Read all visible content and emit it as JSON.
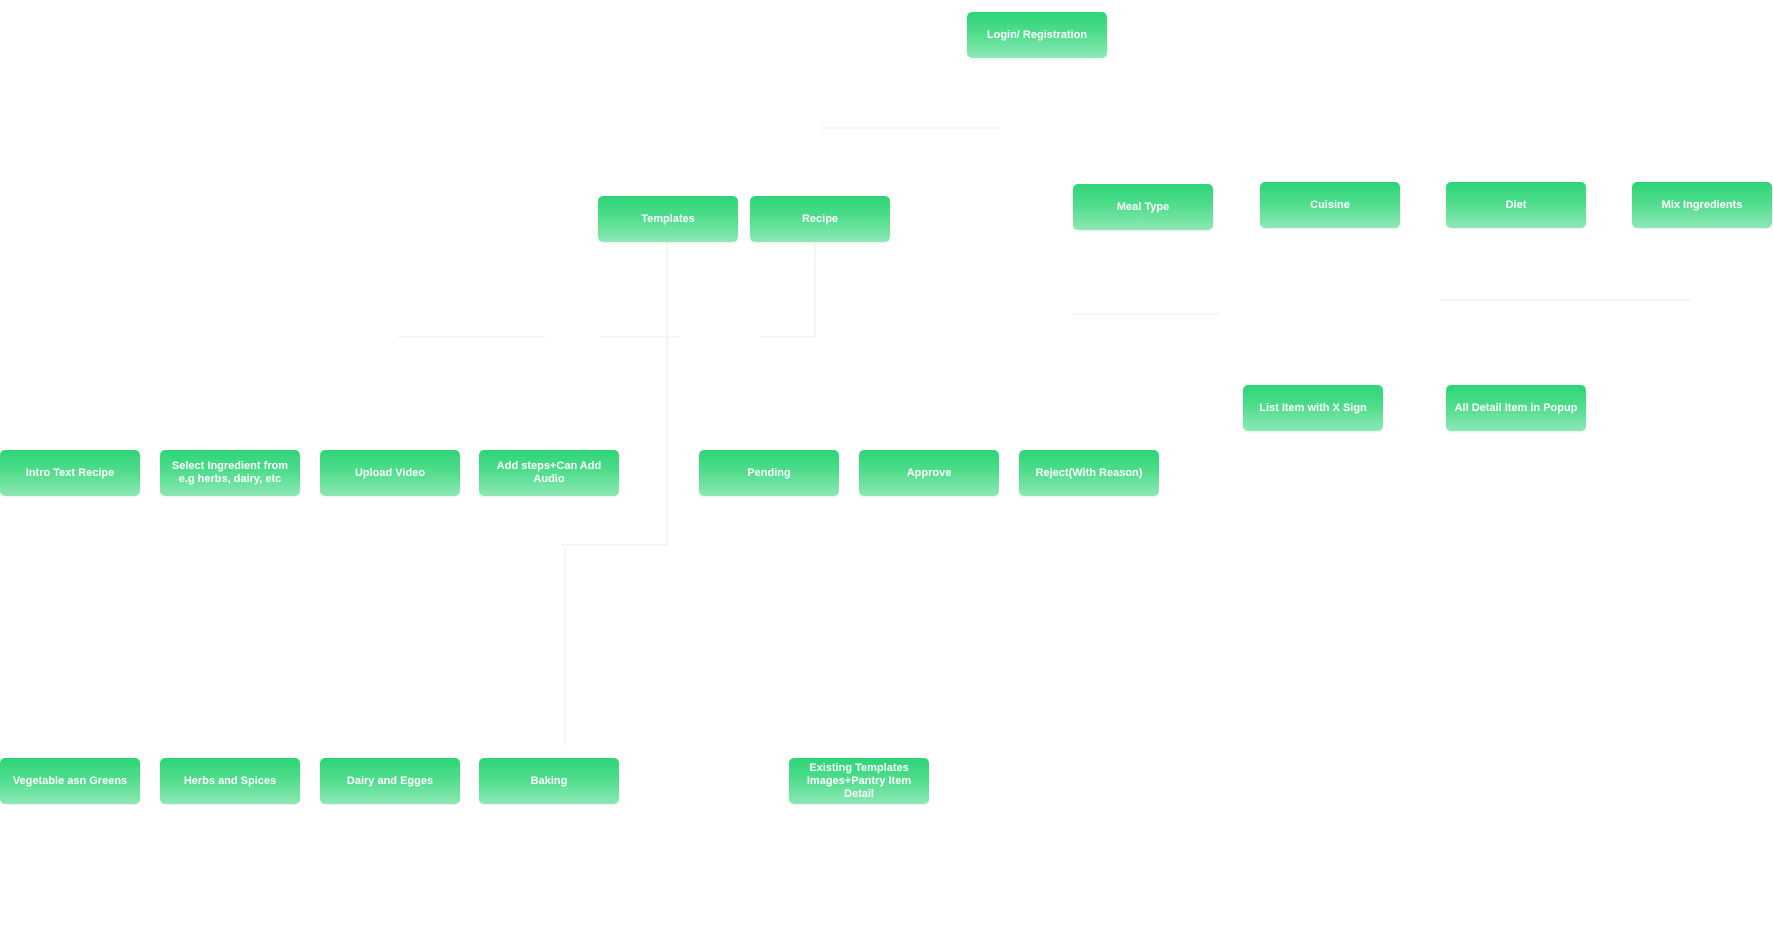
{
  "diagram": {
    "colors": {
      "node_top": "#2dd576",
      "node_bottom": "#8de8b5",
      "node_text": "#ffffff",
      "connector": "#e8eeea"
    },
    "nodes": {
      "login": {
        "label": "Login/ Registration"
      },
      "templates": {
        "label": "Templates"
      },
      "recipe": {
        "label": "Recipe"
      },
      "meal_type": {
        "label": "Meal Type"
      },
      "cuisine": {
        "label": "Cuisine"
      },
      "diet": {
        "label": "Diet"
      },
      "mix_ingredients": {
        "label": "Mix Ingredients"
      },
      "list_item_x_sign": {
        "label": "List Item with X Sign"
      },
      "all_detail_popup": {
        "label": "All Detail Item in Popup"
      },
      "intro_text_recipe": {
        "label": "Intro Text Recipe"
      },
      "select_ingredient": {
        "label": "Select Ingredient from\ne.g herbs, dairy, etc"
      },
      "upload_video": {
        "label": "Upload Video"
      },
      "add_steps_audio": {
        "label": "Add steps+Can Add Audio"
      },
      "pending": {
        "label": "Pending"
      },
      "approve": {
        "label": "Approve"
      },
      "reject_with_reason": {
        "label": "Reject(With Reason)"
      },
      "vegetable_greens": {
        "label": "Vegetable asn Greens"
      },
      "herbs_spices": {
        "label": "Herbs and Spices"
      },
      "dairy_egges": {
        "label": "Dairy and Egges"
      },
      "baking": {
        "label": "Baking"
      },
      "existing_templates": {
        "label": "Existing Templates\nImages+Pantry Item Detail"
      }
    }
  }
}
